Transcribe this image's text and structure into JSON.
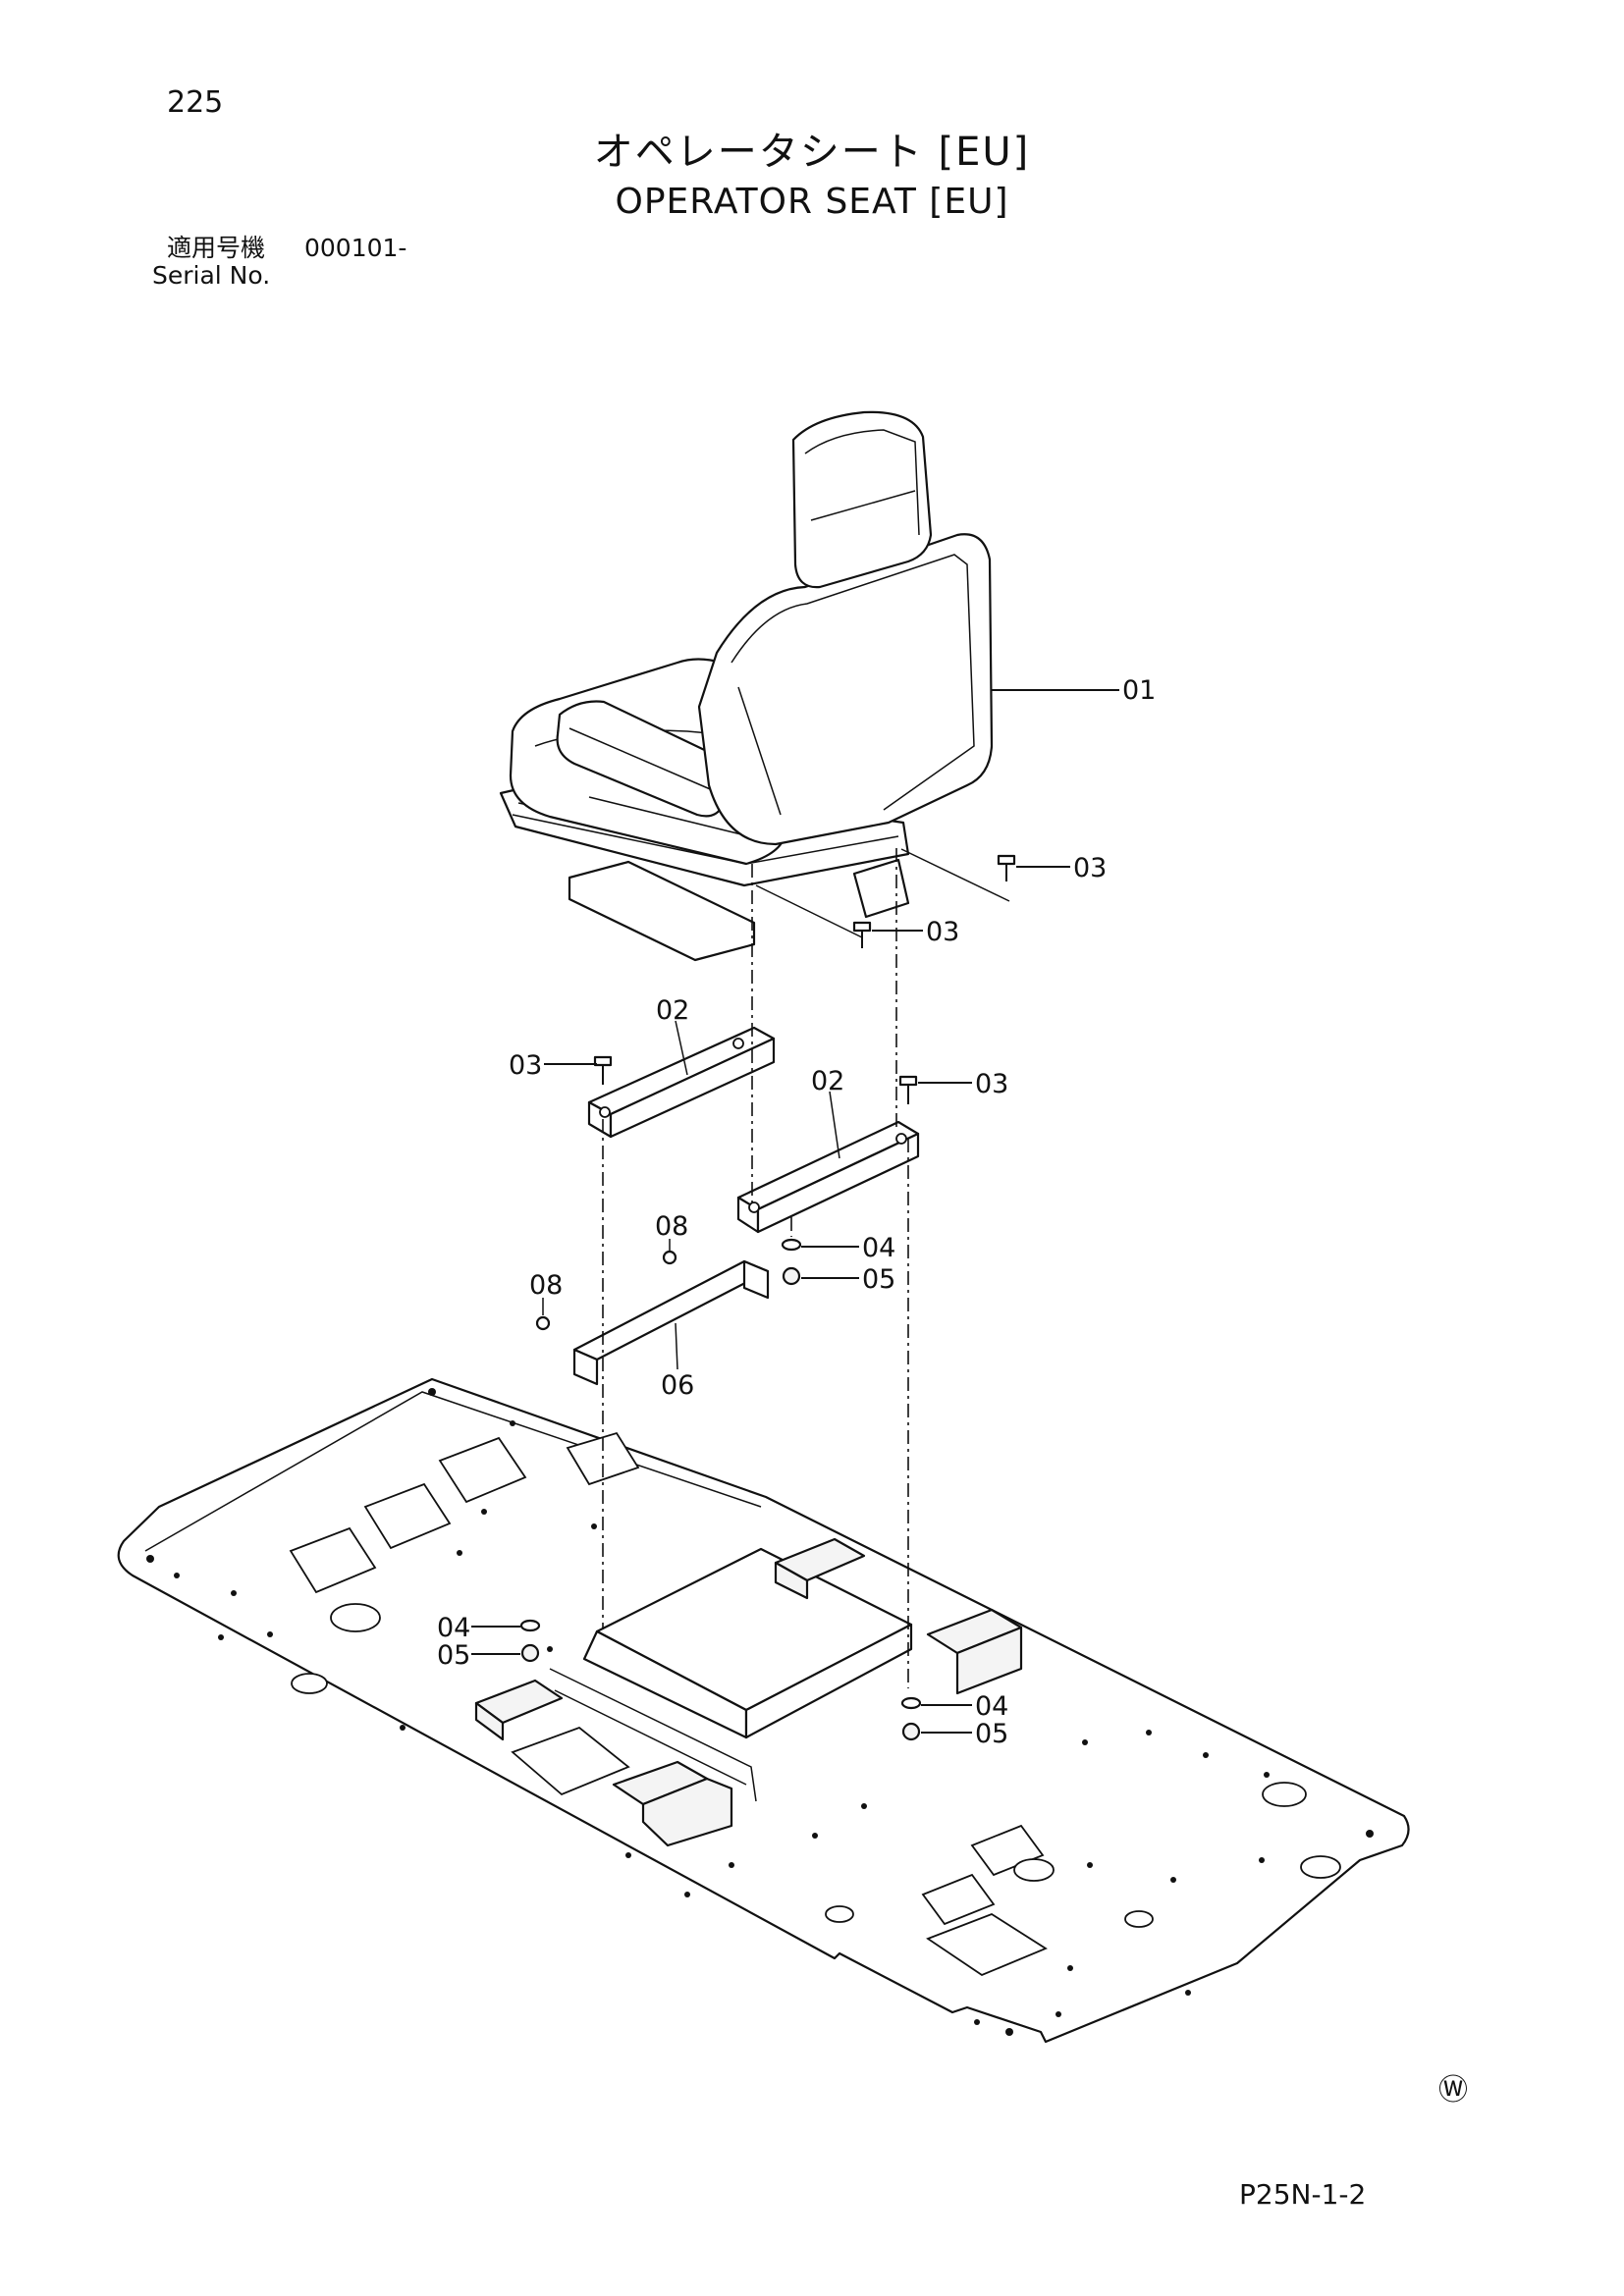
{
  "page_number": "225",
  "title_ja": "オペレータシート [EU]",
  "title_en": "OPERATOR SEAT [EU]",
  "serial": {
    "label_ja": "適用号機",
    "label_en": "Serial No.",
    "value": "000101-"
  },
  "callouts": {
    "seat": "01",
    "rail": "02",
    "bolt": "03",
    "washer": "04",
    "nut": "05",
    "bracket": "06",
    "screw": "08"
  },
  "mark": "Ⓦ",
  "drawing_code": "P25N-1-2"
}
